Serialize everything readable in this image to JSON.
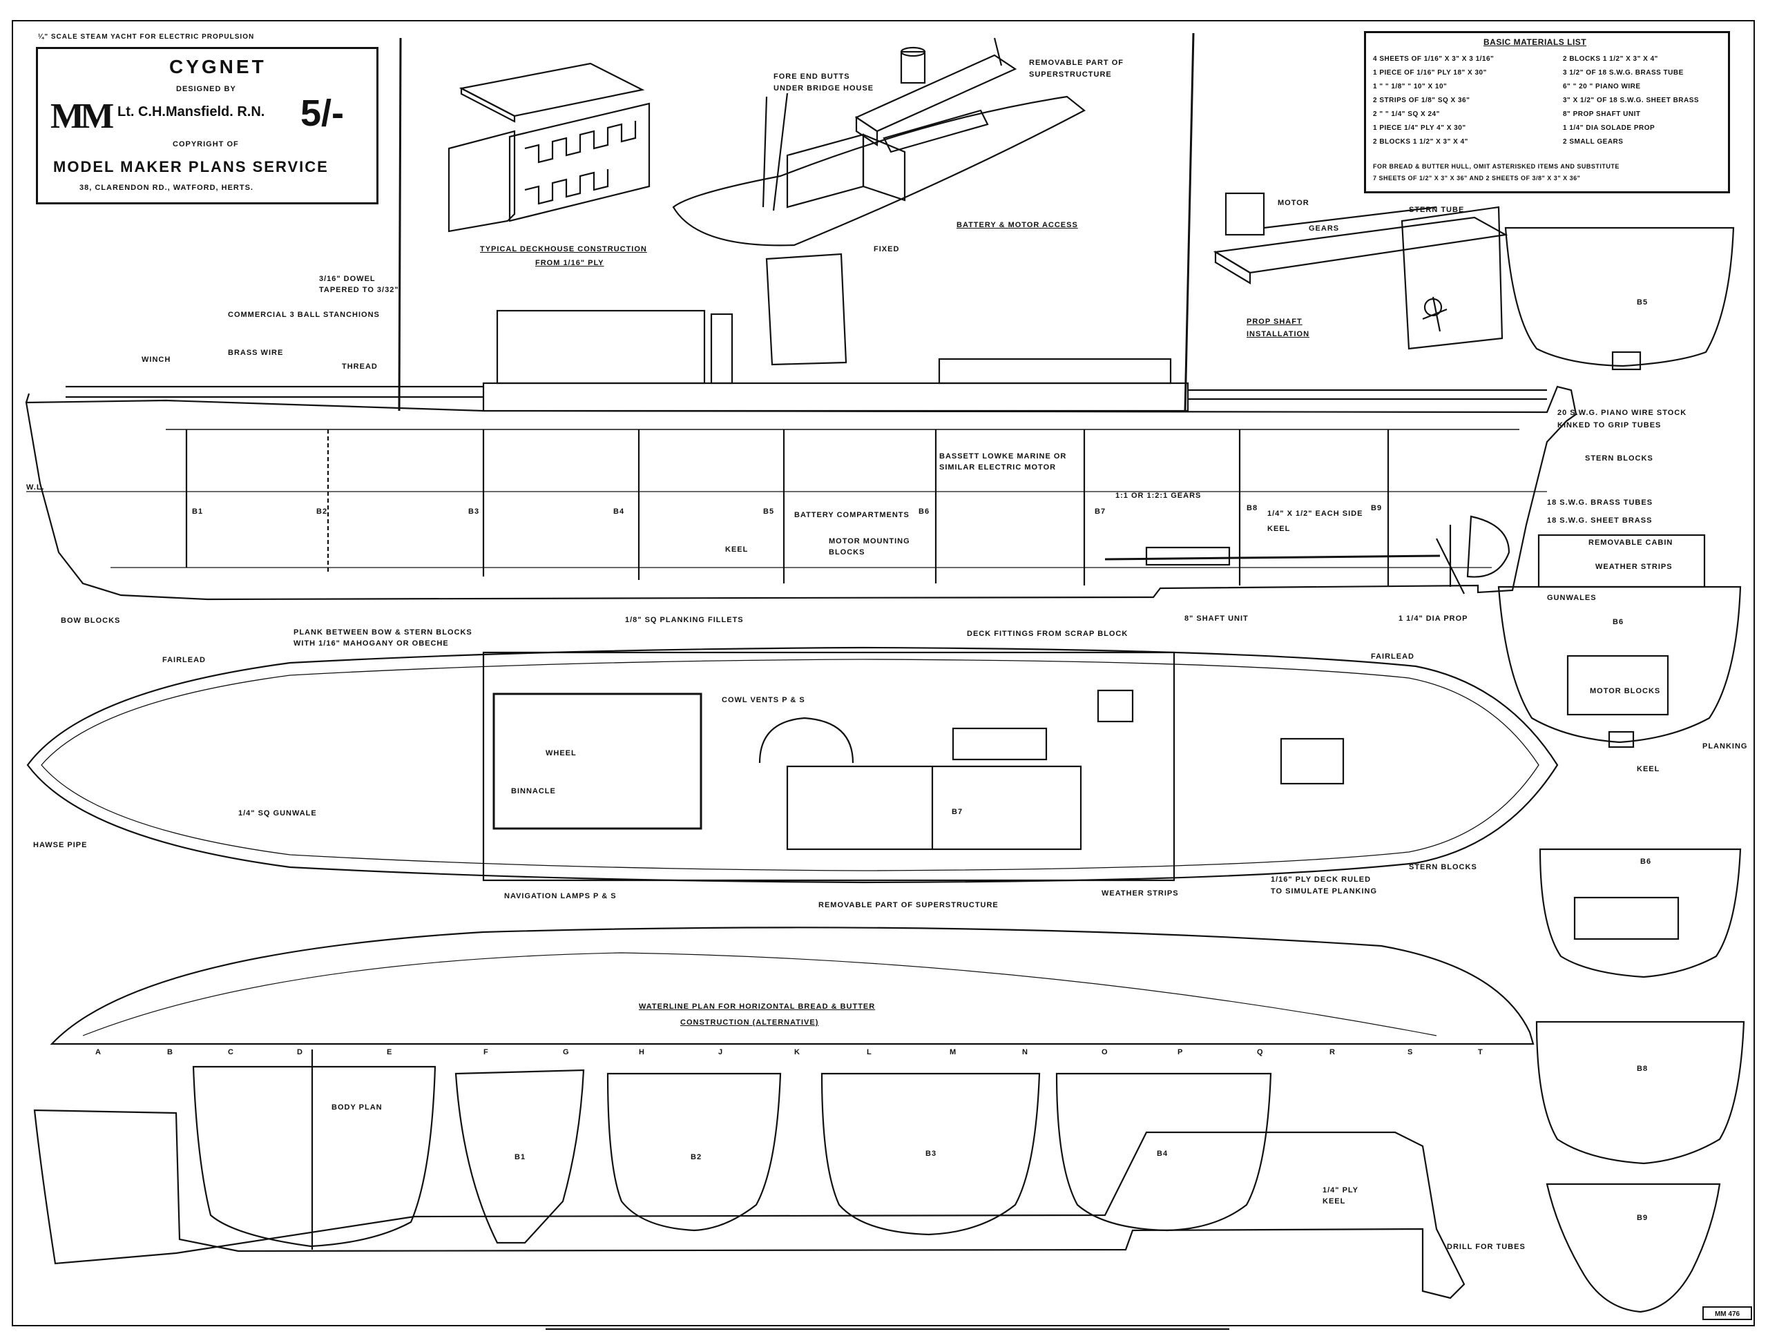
{
  "top_note": "¼\" SCALE STEAM YACHT FOR ELECTRIC PROPULSION",
  "title_block": {
    "title": "CYGNET",
    "designed_by": "DESIGNED BY",
    "designer": "Lt. C.H.Mansfield. R.N.",
    "logo": "MM",
    "price": "5/-",
    "copyright": "COPYRIGHT OF",
    "company": "MODEL MAKER PLANS SERVICE",
    "address": "38, CLARENDON RD., WATFORD, HERTS."
  },
  "materials": {
    "heading": "BASIC MATERIALS LIST",
    "left": [
      "4 SHEETS OF 1/16\" x 3\" x 3 1/16\"",
      "1 PIECE OF 1/16\" PLY 18\" x 30\"",
      "1 \" \" 1/8\" \" 10\" x 10\"",
      "2 STRIPS OF 1/8\" SQ x 36\"",
      "2 \" \" 1/4\" SQ x 24\"",
      "1 PIECE 1/4\" PLY 4\" x 30\"",
      "2 BLOCKS 1 1/2\" x 3\" x 4\""
    ],
    "right": [
      "2 BLOCKS 1 1/2\" x 3\" x 4\"",
      "3 1/2\" OF 18 S.W.G. BRASS TUBE",
      "6\" \" 20 \" PIANO WIRE",
      "3\" x 1/2\" OF 18 S.W.G. SHEET BRASS",
      "8\" PROP SHAFT UNIT",
      "1 1/4\" DIA SOLADE PROP",
      "2 SMALL GEARS"
    ],
    "note1": "FOR BREAD & BUTTER HULL, OMIT ASTERISKED ITEMS AND SUBSTITUTE",
    "note2": "7 SHEETS OF 1/2\" x 3\" x 36\" AND 2 SHEETS OF 3/8\" x 3\" x 36\""
  },
  "deckhouse_caption": [
    "TYPICAL DECKHOUSE CONSTRUCTION",
    "FROM 1/16\" PLY"
  ],
  "iso_labels": {
    "fore_end": [
      "FORE END BUTTS",
      "UNDER BRIDGE HOUSE"
    ],
    "removable": [
      "REMOVABLE PART OF",
      "SUPERSTRUCTURE"
    ],
    "fixed": "FIXED",
    "battery": "BATTERY & MOTOR ACCESS"
  },
  "shaft_labels": {
    "motor": "MOTOR",
    "gears": "GEARS",
    "stern_tube": "STERN TUBE",
    "caption": [
      "PROP SHAFT",
      "INSTALLATION"
    ]
  },
  "profile_labels": {
    "dowel": [
      "3/16\" DOWEL",
      "TAPERED TO 3/32\""
    ],
    "stanchions": "COMMERCIAL 3 BALL STANCHIONS",
    "brass_wire": "BRASS WIRE",
    "thread": "THREAD",
    "winch": "WINCH",
    "wl": "W.L.",
    "bow_blocks": "BOW BLOCKS",
    "plane": [
      "PLANK BETWEEN BOW & STERN BLOCKS",
      "WITH 1/16\" MAHOGANY OR OBECHE"
    ],
    "fillets": "1/8\" SQ PLANKING FILLETS",
    "keel": "KEEL",
    "battery_compartments": "BATTERY COMPARTMENTS",
    "motor_mounting": [
      "MOTOR MOUNTING",
      "BLOCKS"
    ],
    "bassett": [
      "BASSETT LOWKE MARINE OR",
      "SIMILAR ELECTRIC MOTOR"
    ],
    "gears": "1:1 OR 1:2:1 GEARS",
    "each_side": "1/4\" x 1/2\" EACH SIDE",
    "keel2": "KEEL",
    "shaft_unit": "8\" SHAFT UNIT",
    "prop": "1 1/4\" DIA PROP",
    "piano_wire": [
      "20 S.W.G. PIANO WIRE STOCK",
      "KINKED TO GRIP TUBES"
    ],
    "stern_blocks": "STERN BLOCKS",
    "brass_tubes": "18 S.W.G. BRASS TUBES",
    "sheet_brass": "18 S.W.G. SHEET BRASS",
    "frames": [
      "B1",
      "B2",
      "B3",
      "B4",
      "B5",
      "B6",
      "B7",
      "B8",
      "B9"
    ]
  },
  "deck_labels": {
    "deck_items": "DECK FITTINGS FROM SCRAP BLOCK",
    "fairlead": "FAIRLEAD",
    "fairlead2": "FAIRLEAD",
    "cowl": "COWL VENTS P & S",
    "wheel": "WHEEL",
    "binnacle": "BINNACLE",
    "gunwale": "1/4\" SQ GUNWALE",
    "hawse": "HAWSE PIPE",
    "nav_lamps": "NAVIGATION LAMPS P & S",
    "removable": "REMOVABLE PART OF SUPERSTRUCTURE",
    "weather": "WEATHER STRIPS",
    "ply_deck": [
      "1/16\" PLY DECK RULED",
      "TO SIMULATE PLANKING"
    ],
    "stern_blocks": "STERN BLOCKS"
  },
  "section_labels": {
    "removable_cabin": "REMOVABLE CABIN",
    "weather_strips": "WEATHER STRIPS",
    "gunwales": "GUNWALES",
    "b6": "B6",
    "motor_blocks": "MOTOR BLOCKS",
    "planking": "PLANKING",
    "keel": "KEEL"
  },
  "waterline": {
    "caption": [
      "WATERLINE PLAN FOR HORIZONTAL BREAD & BUTTER",
      "CONSTRUCTION (ALTERNATIVE)"
    ],
    "stations": [
      "A",
      "B",
      "C",
      "D",
      "E",
      "F",
      "G",
      "H",
      "J",
      "K",
      "L",
      "M",
      "N",
      "O",
      "P",
      "Q",
      "R",
      "S",
      "T"
    ]
  },
  "bottom_labels": {
    "body_plan": "BODY PLAN",
    "ply_keel": [
      "1/4\" PLY",
      "KEEL"
    ],
    "drill": "DRILL FOR TUBES",
    "bulkheads": [
      "B1",
      "B2",
      "B3",
      "B4",
      "B5",
      "B6",
      "B7",
      "B8",
      "B9"
    ],
    "drawing_no": "MM 476"
  }
}
